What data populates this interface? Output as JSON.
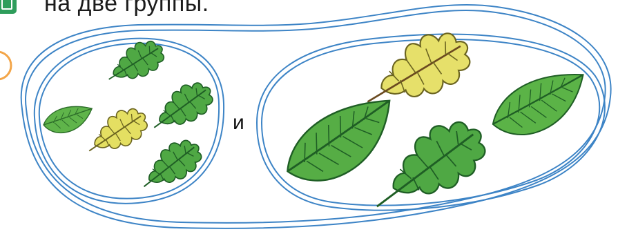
{
  "header": {
    "text": "на  две  группы."
  },
  "connector": {
    "text": "и"
  },
  "colors": {
    "outline": "#3d84c6",
    "leaf_green": "#5fb44a",
    "leaf_dark_green": "#2f8a3a",
    "leaf_yellow": "#e4df62",
    "circle_marker": "#f3a548"
  },
  "groups": [
    {
      "name": "small-leaves",
      "count": 5
    },
    {
      "name": "large-leaves",
      "count": 4
    }
  ]
}
